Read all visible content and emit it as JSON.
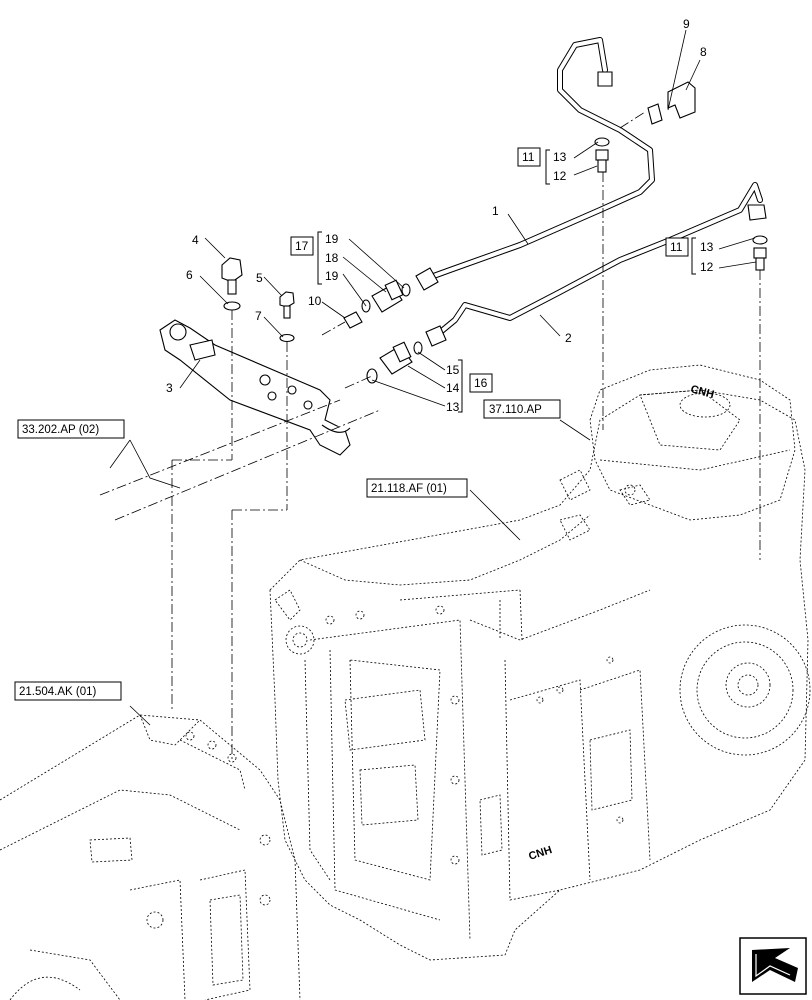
{
  "callouts": {
    "c1": "1",
    "c2": "2",
    "c3": "3",
    "c4": "4",
    "c5": "5",
    "c6": "6",
    "c7": "7",
    "c8": "8",
    "c9": "9",
    "c10": "10",
    "c11a": "11",
    "c11b": "11",
    "c12a": "12",
    "c12b": "12",
    "c13a": "13",
    "c13b": "13",
    "c13c": "13",
    "c14": "14",
    "c15": "15",
    "c16": "16",
    "c17": "17",
    "c18": "18",
    "c19a": "19",
    "c19b": "19"
  },
  "references": {
    "r1": "33.202.AP (02)",
    "r2": "37.110.AP",
    "r3": "21.118.AF (01)",
    "r4": "21.504.AK (01)"
  },
  "icons": {
    "nav": "next-page-arrow-icon"
  }
}
